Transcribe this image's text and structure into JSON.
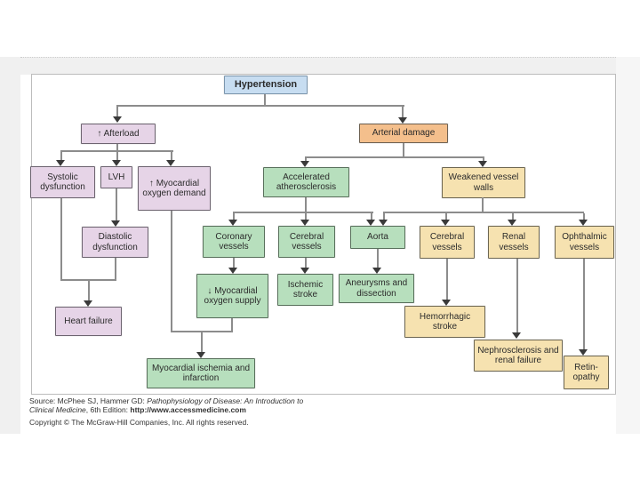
{
  "diagram": {
    "title": "Hypertension",
    "nodes": {
      "hypertension": {
        "label": "Hypertension",
        "color": "blue"
      },
      "afterload": {
        "label": "↑ Afterload",
        "color": "purple"
      },
      "arterial_damage": {
        "label": "Arterial damage",
        "color": "orange"
      },
      "systolic_dysfunction": {
        "label": "Systolic dysfunction",
        "color": "purple"
      },
      "lvh": {
        "label": "LVH",
        "color": "purple"
      },
      "myocardial_oxygen_demand": {
        "label": "↑ Myocardial oxygen demand",
        "color": "purple"
      },
      "accelerated_atherosclerosis": {
        "label": "Accelerated atherosclerosis",
        "color": "green"
      },
      "weakened_vessel_walls": {
        "label": "Weakened vessel walls",
        "color": "tan"
      },
      "diastolic_dysfunction": {
        "label": "Diastolic dysfunction",
        "color": "purple"
      },
      "coronary_vessels": {
        "label": "Coronary vessels",
        "color": "green"
      },
      "cerebral_vessels_atherosclerosis": {
        "label": "Cerebral vessels",
        "color": "green"
      },
      "aorta": {
        "label": "Aorta",
        "color": "green"
      },
      "cerebral_vessels_weakened": {
        "label": "Cerebral vessels",
        "color": "tan"
      },
      "renal_vessels": {
        "label": "Renal vessels",
        "color": "tan"
      },
      "ophthalmic_vessels": {
        "label": "Ophthalmic vessels",
        "color": "tan"
      },
      "myocardial_oxygen_supply": {
        "label": "↓ Myocardial oxygen supply",
        "color": "green"
      },
      "ischemic_stroke": {
        "label": "Ischemic stroke",
        "color": "green"
      },
      "aneurysms_dissection": {
        "label": "Aneurysms and dissection",
        "color": "green"
      },
      "heart_failure": {
        "label": "Heart failure",
        "color": "purple"
      },
      "hemorrhagic_stroke": {
        "label": "Hemorrhagic stroke",
        "color": "tan"
      },
      "nephrosclerosis_renal_failure": {
        "label": "Nephrosclerosis and renal failure",
        "color": "tan"
      },
      "retinopathy": {
        "label": "Retin-opathy",
        "color": "tan"
      },
      "myocardial_ischemia_infarction": {
        "label": "Myocardial ischemia and infarction",
        "color": "green"
      }
    },
    "edges": [
      {
        "from": "hypertension",
        "to": "afterload"
      },
      {
        "from": "hypertension",
        "to": "arterial_damage"
      },
      {
        "from": "afterload",
        "to": "systolic_dysfunction"
      },
      {
        "from": "afterload",
        "to": "lvh"
      },
      {
        "from": "afterload",
        "to": "myocardial_oxygen_demand"
      },
      {
        "from": "lvh",
        "to": "diastolic_dysfunction"
      },
      {
        "from": "systolic_dysfunction",
        "to": "heart_failure"
      },
      {
        "from": "diastolic_dysfunction",
        "to": "heart_failure"
      },
      {
        "from": "arterial_damage",
        "to": "accelerated_atherosclerosis"
      },
      {
        "from": "arterial_damage",
        "to": "weakened_vessel_walls"
      },
      {
        "from": "accelerated_atherosclerosis",
        "to": "coronary_vessels"
      },
      {
        "from": "accelerated_atherosclerosis",
        "to": "cerebral_vessels_atherosclerosis"
      },
      {
        "from": "accelerated_atherosclerosis",
        "to": "aorta"
      },
      {
        "from": "weakened_vessel_walls",
        "to": "aorta"
      },
      {
        "from": "weakened_vessel_walls",
        "to": "cerebral_vessels_weakened"
      },
      {
        "from": "weakened_vessel_walls",
        "to": "renal_vessels"
      },
      {
        "from": "weakened_vessel_walls",
        "to": "ophthalmic_vessels"
      },
      {
        "from": "coronary_vessels",
        "to": "myocardial_oxygen_supply"
      },
      {
        "from": "myocardial_oxygen_demand",
        "to": "myocardial_ischemia_infarction"
      },
      {
        "from": "myocardial_oxygen_supply",
        "to": "myocardial_ischemia_infarction"
      },
      {
        "from": "cerebral_vessels_atherosclerosis",
        "to": "ischemic_stroke"
      },
      {
        "from": "aorta",
        "to": "aneurysms_dissection"
      },
      {
        "from": "cerebral_vessels_weakened",
        "to": "hemorrhagic_stroke"
      },
      {
        "from": "renal_vessels",
        "to": "nephrosclerosis_renal_failure"
      },
      {
        "from": "ophthalmic_vessels",
        "to": "retinopathy"
      }
    ],
    "colors": {
      "blue_fill": "#c7ddf1",
      "purple_fill": "#e6d4e7",
      "orange_fill": "#f4bf8c",
      "green_fill": "#b7dfbd",
      "tan_fill": "#f6e2b0",
      "box_border": "#636363",
      "connector_line": "#8c8c8c",
      "arrowhead": "#3a3a3a"
    }
  },
  "source": {
    "prefix": "Source: McPhee SJ, Hammer GD: ",
    "work_title": "Pathophysiology of Disease: An Introduction to Clinical Medicine",
    "edition": ", 6th Edition: ",
    "url": "http://www.accessmedicine.com",
    "copyright": "Copyright © The McGraw-Hill Companies, Inc. All rights reserved."
  }
}
